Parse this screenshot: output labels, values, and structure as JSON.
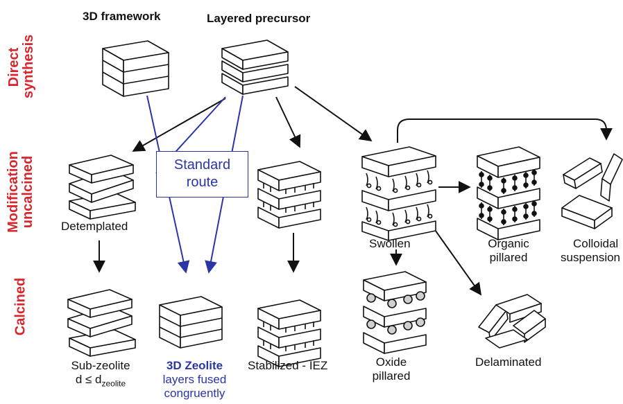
{
  "headers": {
    "framework_3d": "3D framework",
    "layered_precursor": "Layered precursor"
  },
  "rows": {
    "direct_line1": "Direct",
    "direct_line2": "synthesis",
    "modification_line1": "Modification",
    "modification_line2": "uncalcined",
    "calcined": "Calcined"
  },
  "standard_route": {
    "line1": "Standard",
    "line2": "route"
  },
  "labels": {
    "detemplated": "Detemplated",
    "swollen": "Swollen",
    "organic_line1": "Organic",
    "organic_line2": "pillared",
    "colloidal_line1": "Colloidal",
    "colloidal_line2": "suspension",
    "subzeolite_line1": "Sub-zeolite",
    "subzeolite_d": "d ≤ d",
    "subzeolite_sub": "zeolite",
    "zeolite_title": "3D Zeolite",
    "zeolite_line2": "layers fused",
    "zeolite_line3": "congruently",
    "stabilized": "Stabilized - IEZ",
    "oxide_line1": "Oxide",
    "oxide_line2": "pillared",
    "delaminated": "Delaminated"
  },
  "colors": {
    "row_label": "#d8262c",
    "standard_route": "#2b35a6",
    "lines": "#111111"
  }
}
